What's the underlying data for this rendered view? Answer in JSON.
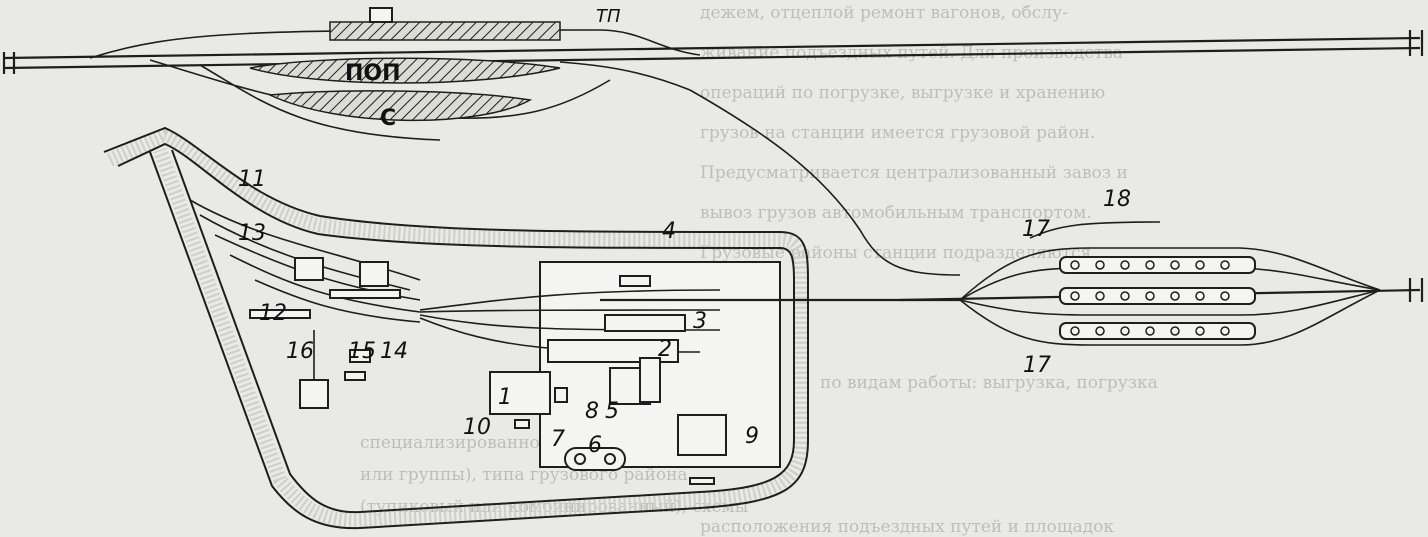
{
  "labels": {
    "zone_top": "ТП",
    "zone_pop": "ПОП",
    "zone_s": "С",
    "n1": "1",
    "n2": "2",
    "n3": "3",
    "n4": "4",
    "n5": "5",
    "n6": "6",
    "n7": "7",
    "n8": "8",
    "n9": "9",
    "n10": "10",
    "n11": "11",
    "n12": "12",
    "n13": "13",
    "n14": "14",
    "n15": "15",
    "n16": "16",
    "n17a": "17",
    "n17b": "17",
    "n18": "18"
  },
  "background_text": [
    "дежем, отцеплой ремонт вагонов, обслу-",
    "живание подъездных путей. Для производства",
    "операций по погрузке, выгрузке и хранению",
    "грузов на станции имеется грузовой район.",
    "Предусматривается централизованный завоз и",
    "вывоз грузов автомобильным транспортом.",
    "Грузовые районы станции подразделяются",
    "по видам работы: выгрузка, погрузка",
    "специализированной площадки, типа станции",
    "или группы), типа грузового района",
    "(тупиковый или комбинированный), схемы",
    "расположения подъездных путей и площадок"
  ],
  "colors": {
    "ink": "#1e1e1e",
    "paper": "#e9e9e6"
  }
}
